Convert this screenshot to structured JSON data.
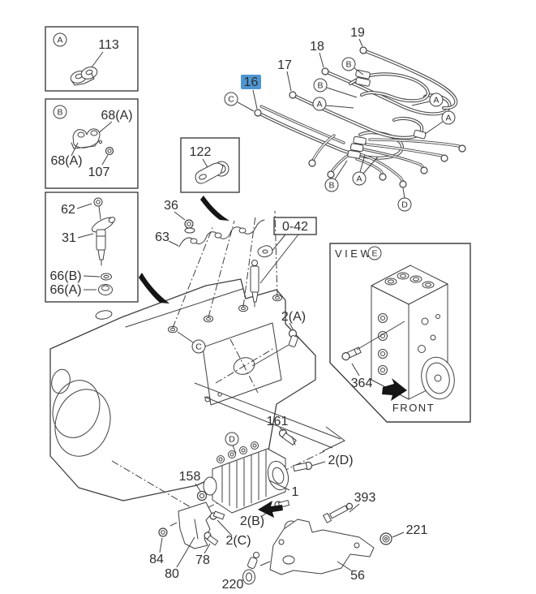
{
  "colors": {
    "line": "#3f3f3f",
    "highlight_bg": "#4e96d2",
    "highlight_text": "#1d4e7e"
  },
  "insets": {
    "box_a": {
      "letter": "A",
      "part_113": "113"
    },
    "box_b": {
      "letter": "B",
      "part_68a_upper": "68(A)",
      "part_68a_lower": "68(A)",
      "part_107": "107"
    },
    "box_injector": {
      "part_62": "62",
      "part_31": "31",
      "part_66b": "66(B)",
      "part_66a": "66(A)"
    },
    "box_122": {
      "part_122": "122"
    }
  },
  "view_e": {
    "view_label": "VIEW",
    "letter": "E",
    "part_364": "364",
    "front_label": "FRONT"
  },
  "pipes": {
    "part_19": "19",
    "part_18": "18",
    "part_17": "17",
    "part_16": "16",
    "part_16_highlighted": true
  },
  "engine": {
    "ref_0_42": "0-42",
    "part_36": "36",
    "part_63": "63",
    "part_2a": "2(A)",
    "part_161": "161"
  },
  "pump": {
    "part_158": "158",
    "part_1": "1",
    "part_2d": "2(D)",
    "part_2b": "2(B)",
    "part_2c": "2(C)"
  },
  "bracket": {
    "part_393": "393",
    "part_221": "221",
    "part_56": "56",
    "part_220": "220",
    "part_84": "84",
    "part_80": "80",
    "part_78": "78"
  },
  "letters": {
    "a": "A",
    "b": "B",
    "c": "C",
    "d": "D",
    "e": "E"
  }
}
